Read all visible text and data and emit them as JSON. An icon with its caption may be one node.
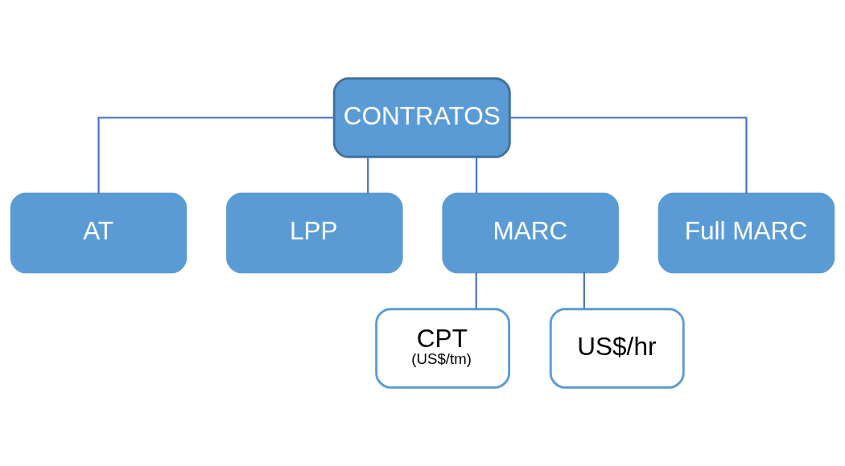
{
  "diagram": {
    "nodes": [
      {
        "text": [
          "CONTRATOS"
        ]
      },
      {
        "text": [
          "AT"
        ]
      },
      {
        "text": [
          "LPP"
        ]
      },
      {
        "text": [
          "MARC"
        ]
      },
      {
        "text": [
          "Full MARC"
        ]
      },
      {
        "text": [
          "CPT",
          "(US$/tm)"
        ]
      },
      {
        "text": [
          "US$/hr"
        ]
      }
    ],
    "edges": [
      {
        "from": 0,
        "to": 1,
        "arrow": "none"
      },
      {
        "from": 0,
        "to": 2,
        "arrow": "none"
      },
      {
        "from": 0,
        "to": 3,
        "arrow": "none"
      },
      {
        "from": 0,
        "to": 4,
        "arrow": "none"
      },
      {
        "from": 3,
        "to": 5,
        "arrow": "none"
      },
      {
        "from": 3,
        "to": 6,
        "arrow": "none"
      }
    ]
  }
}
